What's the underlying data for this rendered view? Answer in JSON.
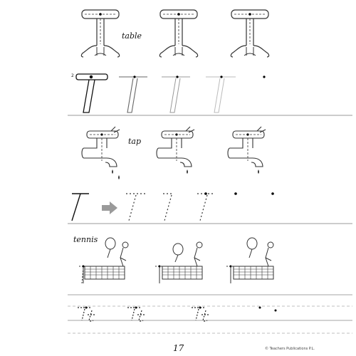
{
  "page": {
    "number": "17",
    "copyright": "© Teachers Publications P.L."
  },
  "section_table": {
    "word": "table",
    "copies": 3
  },
  "section_trace": {
    "stroke_number": "2"
  },
  "section_tap": {
    "word": "tap",
    "copies": 3
  },
  "section_practice": {
    "arrow": "right-arrow-icon"
  },
  "section_tennis": {
    "word": "tennis",
    "copies": 3
  },
  "section_write": {
    "pairs": [
      "Tt",
      "Tt",
      "Tt"
    ]
  }
}
